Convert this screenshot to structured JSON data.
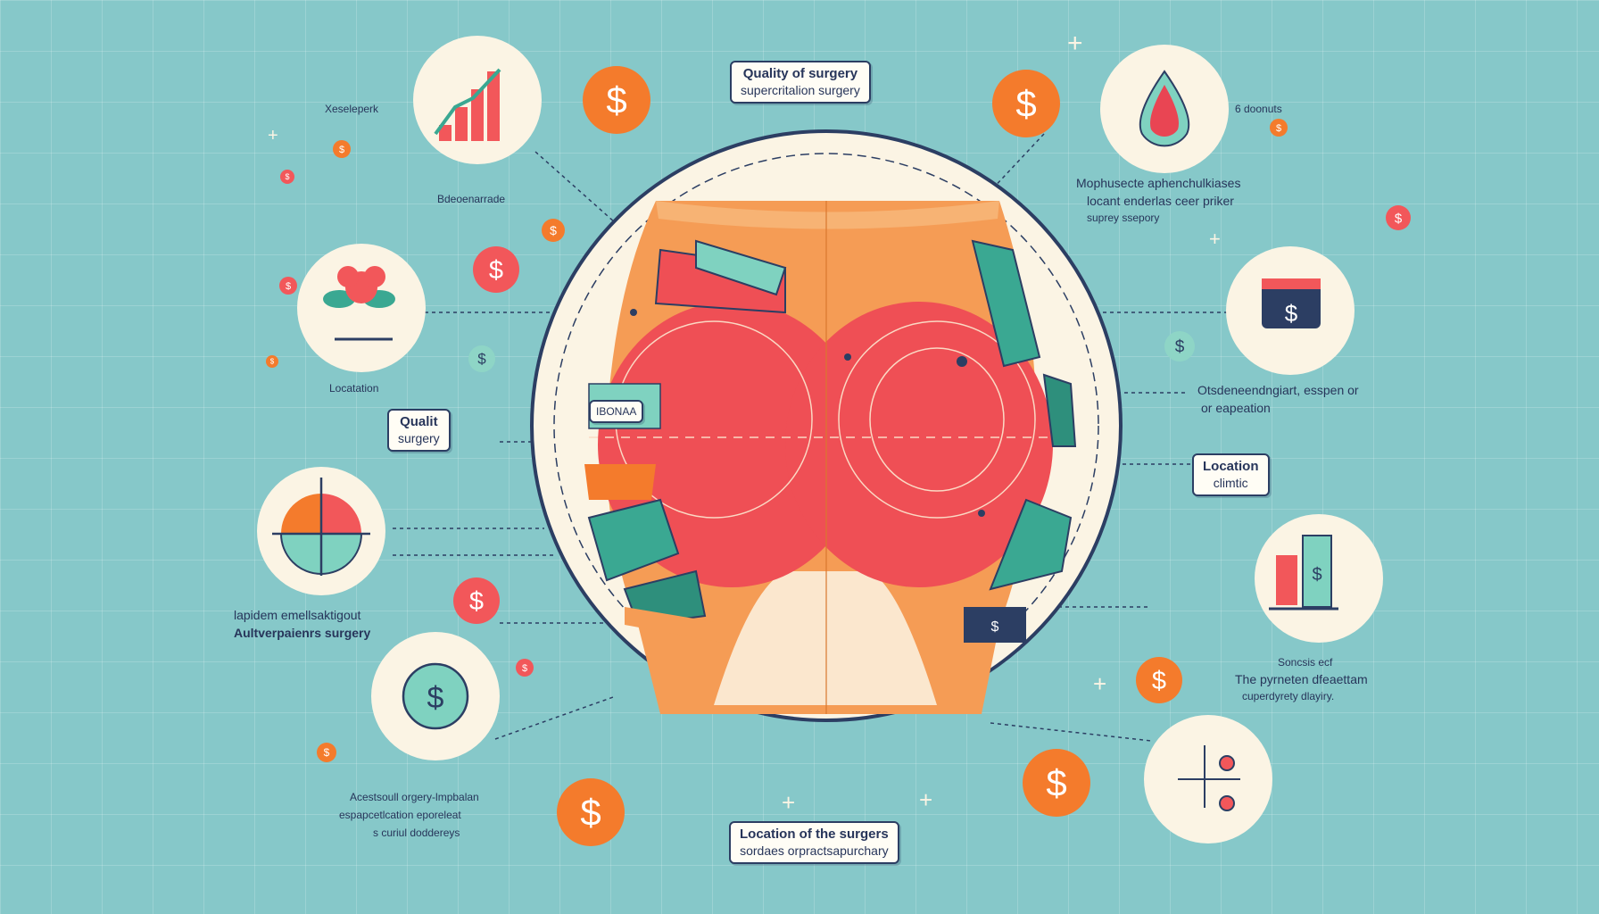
{
  "colors": {
    "background": "#86c8c9",
    "coral": "#f2575a",
    "orange": "#f47b2c",
    "teal": "#3aa892",
    "navy": "#2c3e63",
    "cream": "#fbf4e4"
  },
  "top_box": {
    "line1": "Quality of surgery",
    "line2": "supercritalion surgery"
  },
  "bottom_box": {
    "line1": "Location of the surgers",
    "line2": "sordaes orpractsapurchary"
  },
  "left_box": {
    "line1": "Qualit",
    "line2": "surgery"
  },
  "right_box": {
    "line1": "Location",
    "line2": "climtic"
  },
  "center_tag": "IBONAA",
  "left_labels": {
    "descriptor": "Xeseleperk",
    "middle": "Bdeoenarrade",
    "location": "Locatation",
    "surgery_line1": "lapidem emellsaktigout",
    "surgery_line2": "Aultverpaienrs surgery",
    "bottom_line1": "Acestsoull orgery-lmpbalan",
    "bottom_line2": "espapcetlcation eporeleat",
    "bottom_line3": "s curiul doddereys"
  },
  "right_labels": {
    "top": "6 doonuts",
    "block_line1": "Mophusecte aphenchulkiases",
    "block_line2": "locant enderlas ceer priker",
    "block_line3": "suprey ssepory",
    "mid_line1": "Otsdeneendngiart, esspen or",
    "mid_line2": "or eapeation",
    "cost_line1": "Soncsis ecf",
    "cost_line2": "The pyrneten dfeaettam",
    "cost_line3": "cuperdyrety dlayiry."
  },
  "icons": [
    "bar-chart-icon",
    "flower-icon",
    "globe-icon",
    "dollar-coin-icon",
    "blood-drop-icon",
    "calendar-dollar-icon",
    "cost-bars-icon",
    "circuit-icon"
  ],
  "dollar_symbol": "$"
}
